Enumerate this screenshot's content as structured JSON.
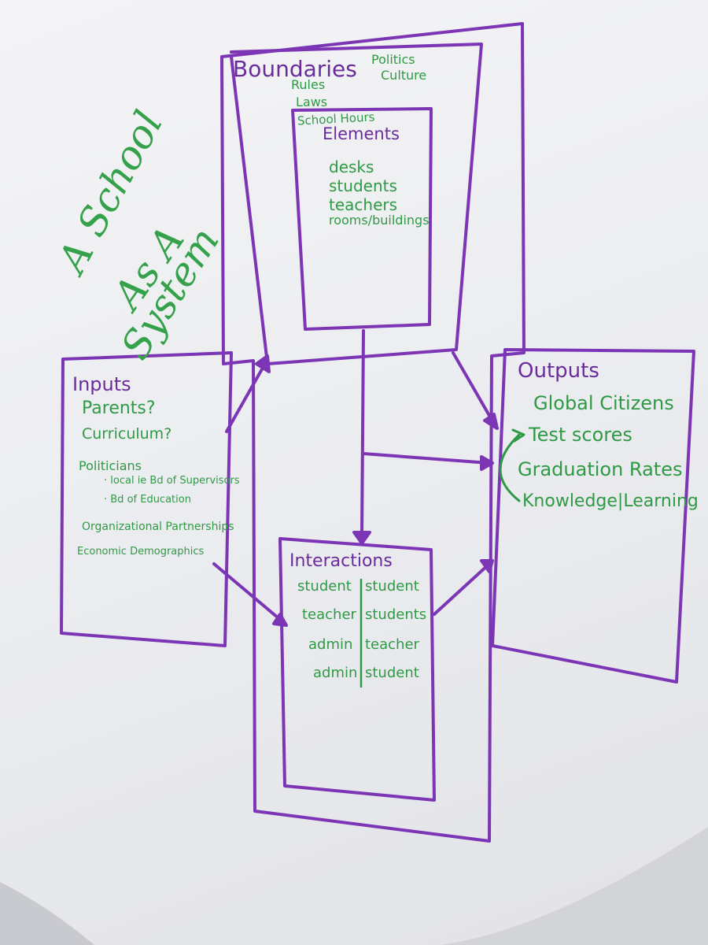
{
  "colors": {
    "marker_purple": "#7b35b5",
    "marker_green": "#2f9a45",
    "paper": "#efeff2"
  },
  "title": {
    "line1": "A School",
    "line2": "As A",
    "line3": "System"
  },
  "boundaries": {
    "heading": "Boundaries",
    "items_left": [
      "Rules",
      "Laws",
      "School Hours"
    ],
    "items_right": [
      "Politics",
      "Culture"
    ]
  },
  "elements": {
    "heading": "Elements",
    "items": [
      "desks",
      "students",
      "teachers",
      "rooms/buildings"
    ]
  },
  "inputs": {
    "heading": "Inputs",
    "items": [
      "Parents?",
      "Curriculum?",
      "Politicians",
      "· local ie Bd of Supervisors",
      "· Bd of Education",
      "Organizational Partnerships",
      "Economic Demographics"
    ]
  },
  "outputs": {
    "heading": "Outputs",
    "items": [
      "Global Citizens",
      "Test scores",
      "Graduation Rates",
      "Knowledge|Learning"
    ]
  },
  "interactions": {
    "heading": "Interactions",
    "rows": [
      {
        "left": "student",
        "right": "student"
      },
      {
        "left": "teacher",
        "right": "students"
      },
      {
        "left": "admin",
        "right": "teacher"
      },
      {
        "left": "admin",
        "right": "student"
      }
    ]
  }
}
